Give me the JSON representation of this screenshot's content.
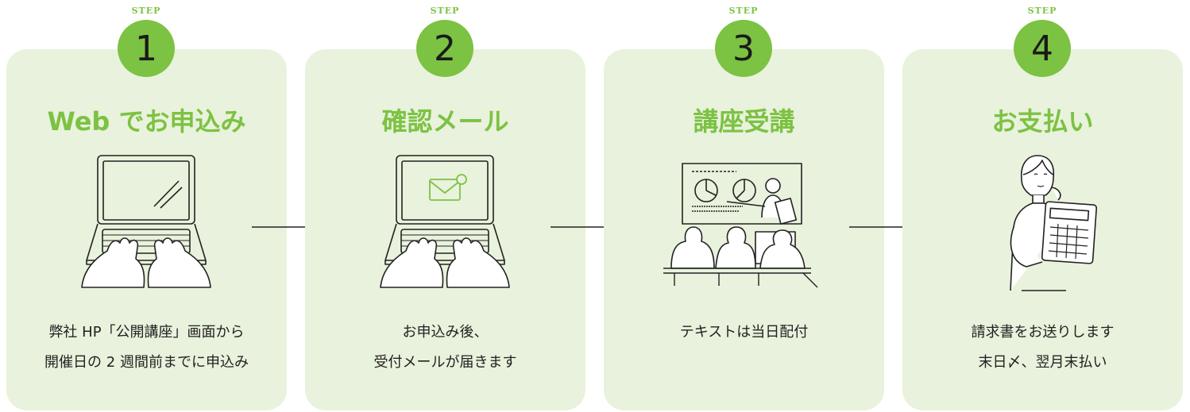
{
  "steps": [
    {
      "label": "STEP",
      "number": "1",
      "title": "Web でお申込み",
      "lines": [
        "弊社 HP「公開講座」画面から",
        "開催日の 2 週間前までに申込み"
      ],
      "icon": "laptop-typing-icon"
    },
    {
      "label": "STEP",
      "number": "2",
      "title": "確認メール",
      "lines": [
        "お申込み後、",
        "受付メールが届きます"
      ],
      "icon": "laptop-mail-icon"
    },
    {
      "label": "STEP",
      "number": "3",
      "title": "講座受講",
      "lines": [
        "テキストは当日配付"
      ],
      "icon": "lecture-icon"
    },
    {
      "label": "STEP",
      "number": "4",
      "title": "お支払い",
      "lines": [
        "請求書をお送りします",
        "末日〆、翌月末払い"
      ],
      "icon": "woman-calculator-icon"
    }
  ],
  "colors": {
    "accent": "#7cc243",
    "card_bg": "#e9f2dc",
    "text": "#222222"
  }
}
